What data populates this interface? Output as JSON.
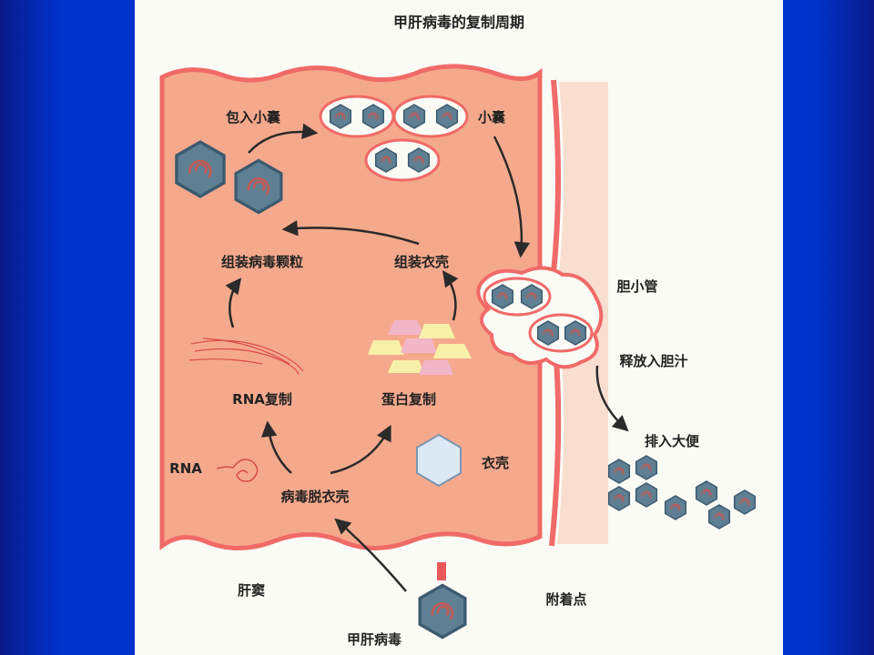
{
  "title": "甲肝病毒的复制周期",
  "labels": {
    "vesicle_packaging": "包入小囊",
    "vesicle": "小囊",
    "assemble_particles": "组装病毒颗粒",
    "assemble_capsid": "组装衣壳",
    "bile_canaliculus": "胆小管",
    "release_to_bile": "释放入胆汁",
    "rna_replication": "RNA复制",
    "protein_replication": "蛋白复制",
    "excrete_feces": "排入大便",
    "rna": "RNA",
    "capsid": "衣壳",
    "uncoating": "病毒脱衣壳",
    "sinusoid": "肝窦",
    "attachment_point": "附着点",
    "hav": "甲肝病毒"
  },
  "colors": {
    "background": "#0033cc",
    "panel": "#fbfbf5",
    "cell_fill": "#f5a98c",
    "cell_border": "#f06a68",
    "virus_fill": "#5f7f93",
    "virus_stroke": "#3c5a70",
    "capsid_fill": "#dce9f5",
    "arrow": "#2a2a2a"
  }
}
